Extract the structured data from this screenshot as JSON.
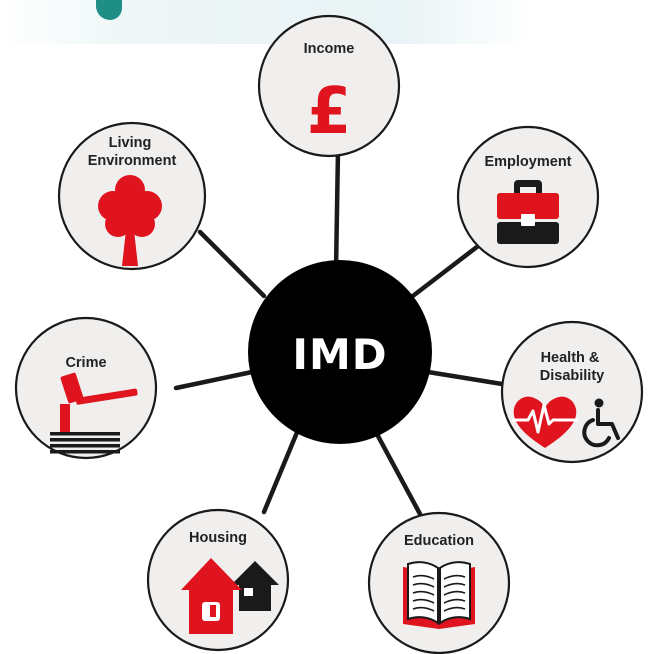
{
  "center": {
    "label": "IMD"
  },
  "colors": {
    "accent": "#e0141e",
    "ink": "#1a1a1a",
    "node_fill": "#f0efee"
  },
  "nodes": [
    {
      "id": "income",
      "lines": [
        "Income"
      ],
      "icon": "pound-sterling-icon"
    },
    {
      "id": "employment",
      "lines": [
        "Employment"
      ],
      "icon": "briefcase-icon"
    },
    {
      "id": "health",
      "lines": [
        "Health &",
        "Disability"
      ],
      "icon": "heartbeat-wheelchair-icon"
    },
    {
      "id": "education",
      "lines": [
        "Education"
      ],
      "icon": "open-book-icon"
    },
    {
      "id": "housing",
      "lines": [
        "Housing"
      ],
      "icon": "houses-icon"
    },
    {
      "id": "crime",
      "lines": [
        "Crime"
      ],
      "icon": "gavel-icon"
    },
    {
      "id": "living",
      "lines": [
        "Living",
        "Environment"
      ],
      "icon": "tree-icon"
    }
  ]
}
